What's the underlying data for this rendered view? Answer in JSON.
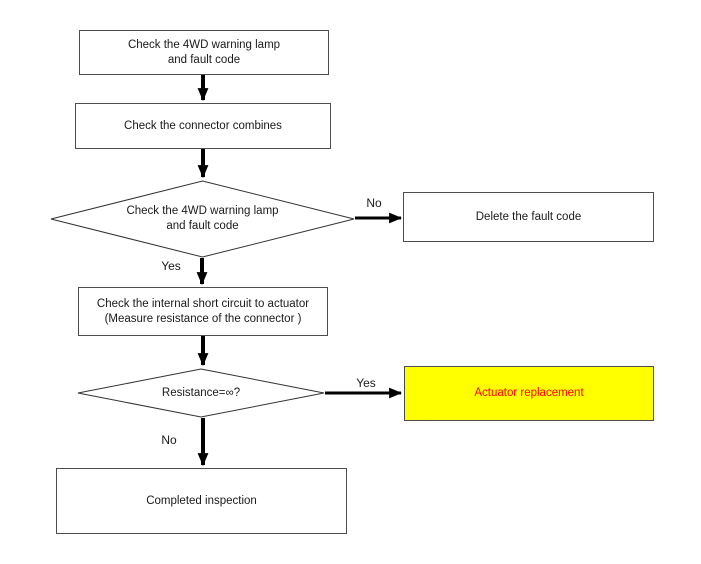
{
  "colors": {
    "background": "#ffffff",
    "node_border": "#4d4d4d",
    "highlight_fill": "#ffff00",
    "highlight_text": "#ff0000",
    "arrow": "#000000",
    "text": "#1a1a1a"
  },
  "nodes": {
    "check_lamp_start": "Check the 4WD warning lamp\nand fault code",
    "check_connector": "Check the connector combines",
    "decision_lamp": "Check the 4WD warning lamp\nand fault code",
    "delete_fault_code": "Delete the fault code",
    "check_short_circuit": "Check the internal short circuit to actuator\n(Measure resistance of the connector )",
    "decision_resistance": "Resistance=∞?",
    "actuator_replacement": "Actuator replacement",
    "completed_inspection": "Completed inspection"
  },
  "edge_labels": {
    "decision_lamp_no": "No",
    "decision_lamp_yes": "Yes",
    "decision_resistance_yes": "Yes",
    "decision_resistance_no": "No"
  }
}
